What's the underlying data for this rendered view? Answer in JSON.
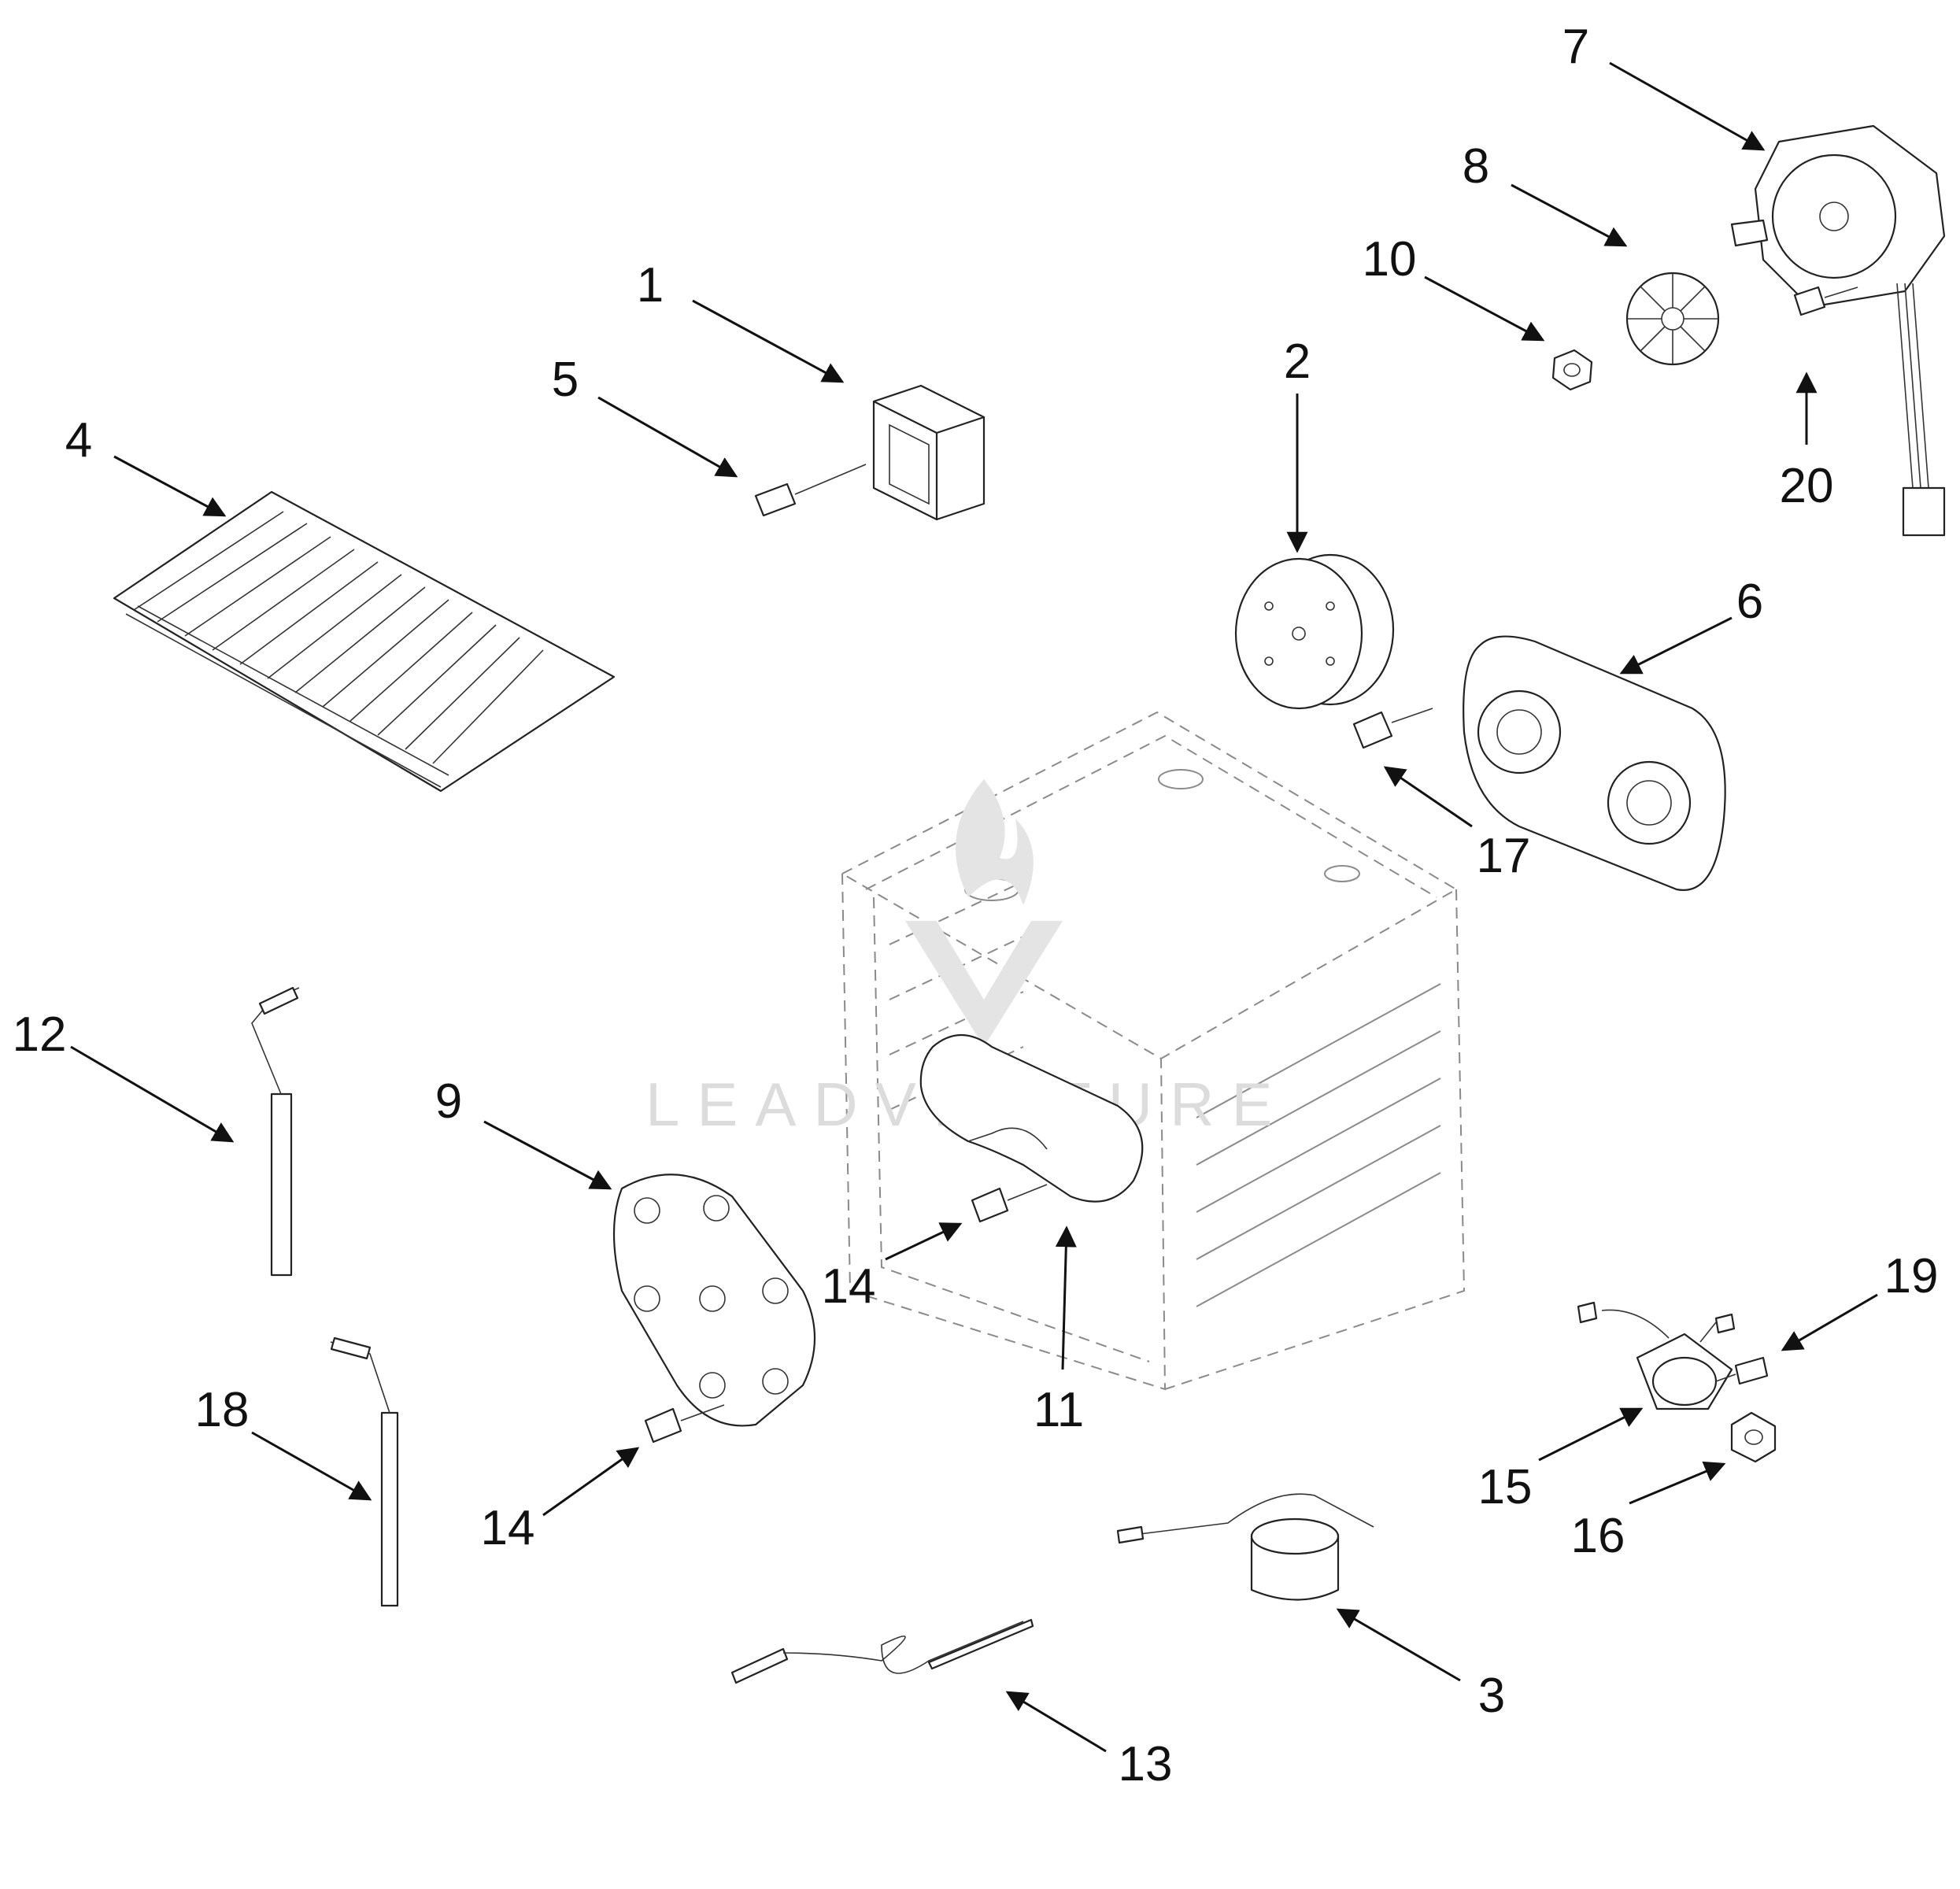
{
  "watermark": {
    "text": "LEADVENTURE"
  },
  "callouts": [
    {
      "label": "1"
    },
    {
      "label": "2"
    },
    {
      "label": "3"
    },
    {
      "label": "4"
    },
    {
      "label": "5"
    },
    {
      "label": "6"
    },
    {
      "label": "7"
    },
    {
      "label": "8"
    },
    {
      "label": "9"
    },
    {
      "label": "10"
    },
    {
      "label": "11"
    },
    {
      "label": "12"
    },
    {
      "label": "13"
    },
    {
      "label": "14"
    },
    {
      "label": "14"
    },
    {
      "label": "15"
    },
    {
      "label": "16"
    },
    {
      "label": "17"
    },
    {
      "label": "18"
    },
    {
      "label": "19"
    },
    {
      "label": "20"
    }
  ],
  "colors": {
    "line": "#111111",
    "watermark": "#dcdcdc",
    "ghost": "#8a8a8a"
  }
}
